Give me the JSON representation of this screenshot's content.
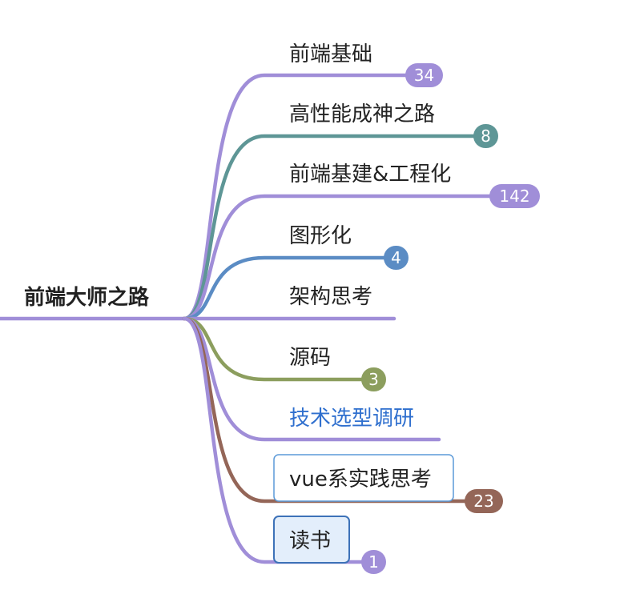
{
  "root": {
    "title": "前端大师之路"
  },
  "branches": [
    {
      "label": "前端基础",
      "count": "34",
      "color": "#a08ed8"
    },
    {
      "label": "高性能成神之路",
      "count": "8",
      "color": "#5e9696"
    },
    {
      "label": "前端基建&工程化",
      "count": "142",
      "color": "#a08ed8"
    },
    {
      "label": "图形化",
      "count": "4",
      "color": "#5b8cc4"
    },
    {
      "label": "架构思考",
      "count": "",
      "color": "#a08ed8"
    },
    {
      "label": "源码",
      "count": "3",
      "color": "#8c9e5e"
    },
    {
      "label": "技术选型调研",
      "count": "",
      "color": "#a08ed8"
    },
    {
      "label": "vue系实践思考",
      "count": "23",
      "color": "#946658"
    },
    {
      "label": "读书",
      "count": "1",
      "color": "#a08ed8"
    }
  ],
  "colors": {
    "root_line": "#a08ed8",
    "link_text": "#2f6fce",
    "outline_box_border": "#5b9ad8",
    "selected_box_fill": "#e3eefb",
    "selected_box_border": "#3d72b8"
  }
}
